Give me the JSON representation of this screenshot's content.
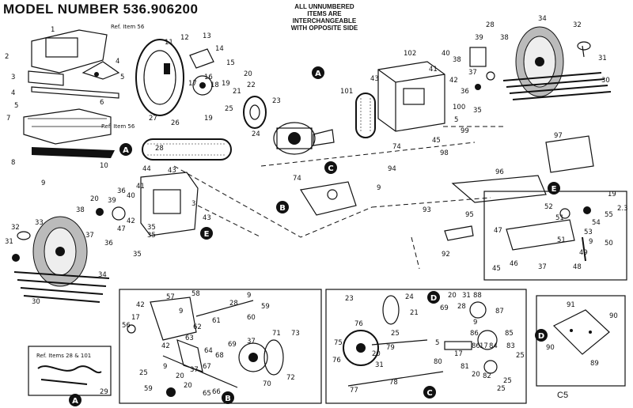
{
  "header": {
    "model_line": "MODEL NUMBER 536.906200",
    "note_line1": "ALL UNNUMBERED",
    "note_line2": "ITEMS ARE INTERCHANGEABLE",
    "note_line3": "WITH OPPOSITE SIDE",
    "page_code": "C5"
  },
  "refs": {
    "item56_top": "Ref. Item 56",
    "item56_left": "Ref. Item 56",
    "items28_101": "Ref. Items 28 & 101"
  },
  "callouts": {
    "a": "A",
    "b": "B",
    "c": "C",
    "d": "D",
    "e": "E"
  },
  "part_numbers": {
    "p1": "1",
    "p2": "2",
    "p3": "3",
    "p4": "4",
    "p5": "5",
    "p6": "6",
    "p7": "7",
    "p8": "8",
    "p9": "9",
    "p10": "10",
    "p11": "11",
    "p12": "12",
    "p13": "13",
    "p14": "14",
    "p15": "15",
    "p16": "16",
    "p17": "17",
    "p18": "18",
    "p19": "19",
    "p20": "20",
    "p21": "21",
    "p22": "22",
    "p23": "23",
    "p24": "24",
    "p25": "25",
    "p26": "26",
    "p27": "27",
    "p28": "28",
    "p29": "29",
    "p30": "30",
    "p31": "31",
    "p32": "32",
    "p33": "33",
    "p34": "34",
    "p35": "35",
    "p36": "36",
    "p37": "37",
    "p38": "38",
    "p39": "39",
    "p40": "40",
    "p41": "41",
    "p42": "42",
    "p43": "43",
    "p44": "44",
    "p45": "45",
    "p46": "46",
    "p47": "47",
    "p48": "48",
    "p49": "49",
    "p50": "50",
    "p51": "51",
    "p52": "52",
    "p53": "53",
    "p54": "54",
    "p55": "55",
    "p56": "56",
    "p57": "57",
    "p58": "58",
    "p59": "59",
    "p60": "60",
    "p61": "61",
    "p62": "62",
    "p63": "63",
    "p64": "64",
    "p65": "65",
    "p66": "66",
    "p67": "67",
    "p68": "68",
    "p69": "69",
    "p70": "70",
    "p71": "71",
    "p72": "72",
    "p73": "73",
    "p74": "74",
    "p75": "75",
    "p76": "76",
    "p77": "77",
    "p78": "78",
    "p79": "79",
    "p80": "80",
    "p81": "81",
    "p82": "82",
    "p83": "83",
    "p84": "84",
    "p85": "85",
    "p86": "86",
    "p87": "87",
    "p88": "88",
    "p89": "89",
    "p90": "90",
    "p91": "91",
    "p92": "92",
    "p93": "93",
    "p94": "94",
    "p95": "95",
    "p96": "96",
    "p97": "97",
    "p98": "98",
    "p99": "99",
    "p100": "100",
    "p101": "101",
    "p102": "102",
    "p23b": "2.3"
  }
}
